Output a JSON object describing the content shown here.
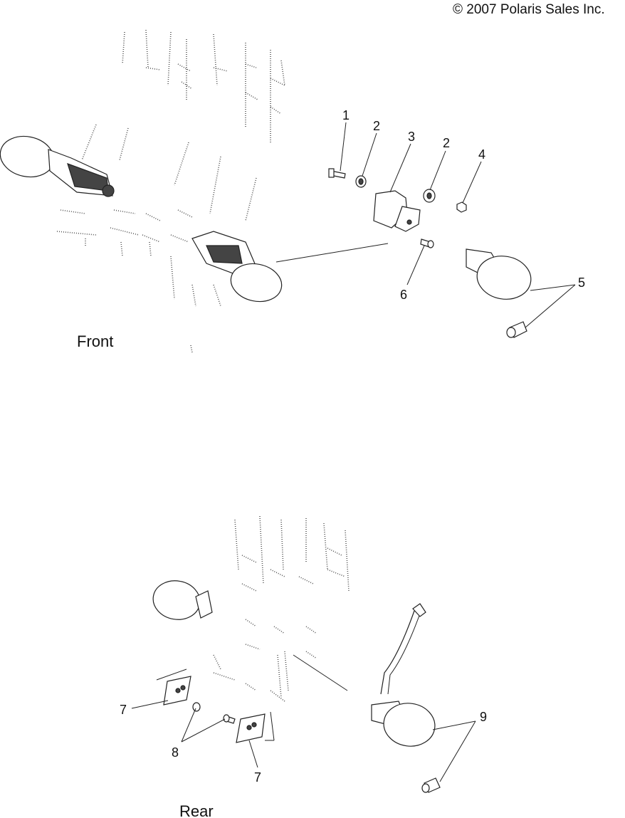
{
  "copyright": "© 2007 Polaris Sales Inc.",
  "sections": {
    "front": "Front",
    "rear": "Rear"
  },
  "callouts": {
    "c1": "1",
    "c2a": "2",
    "c2b": "2",
    "c3": "3",
    "c4": "4",
    "c5": "5",
    "c6": "6",
    "c7a": "7",
    "c7b": "7",
    "c8": "8",
    "c9": "9"
  },
  "icons": {
    "signal-lamp": "oval-lens",
    "bulb": "bulb-shape",
    "bolt": "bolt-shape"
  }
}
